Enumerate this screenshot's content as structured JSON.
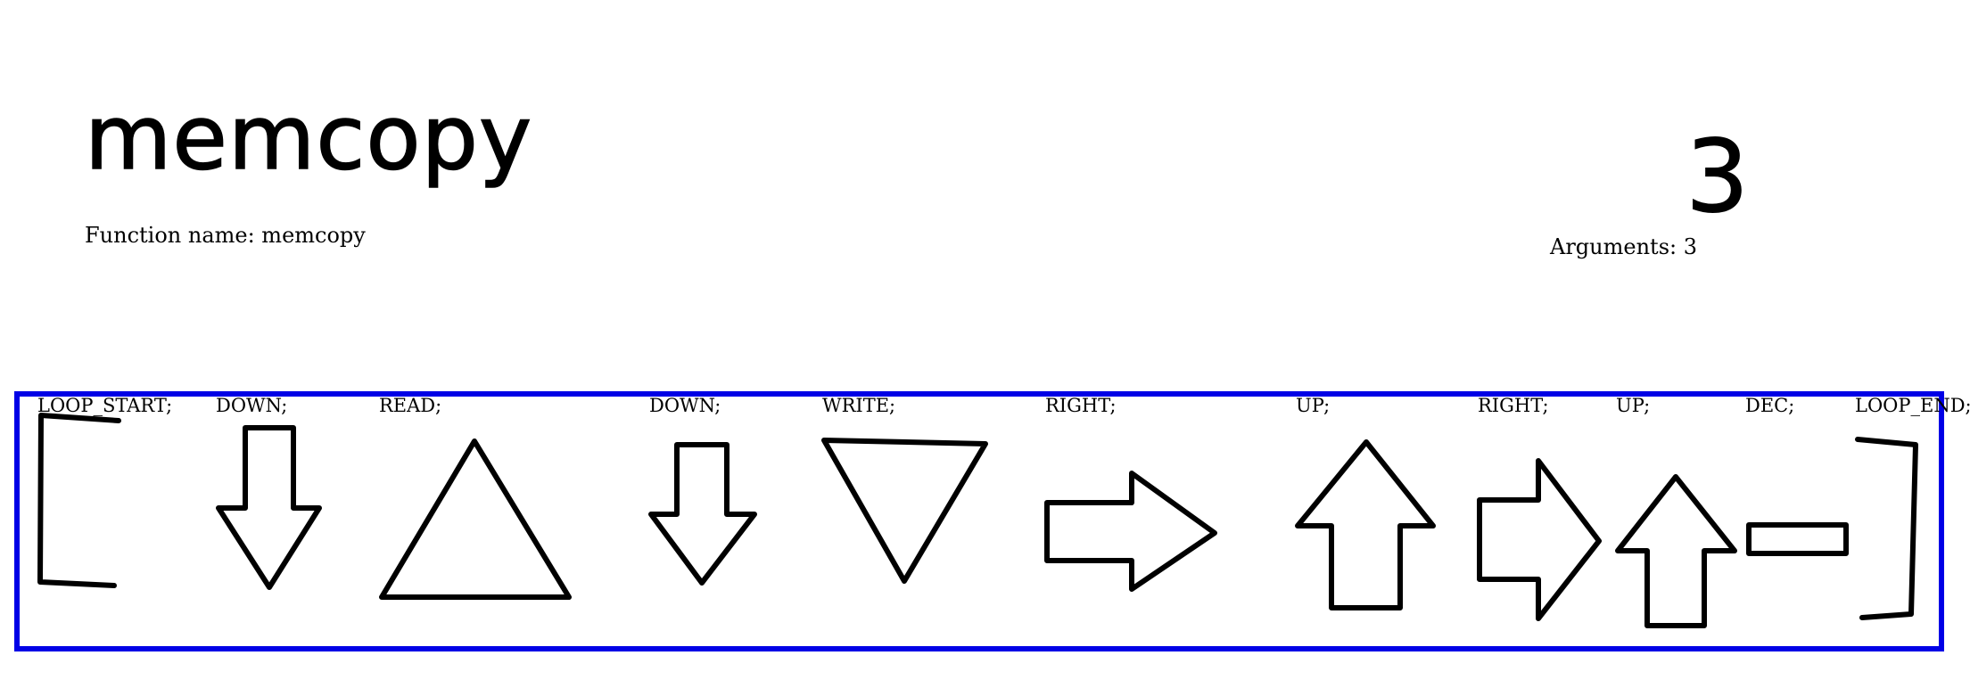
{
  "function": {
    "title": "memcopy",
    "name_label": "Function name: memcopy",
    "argument_count": "3",
    "arguments_label": "Arguments: 3"
  },
  "program": {
    "frame_color": "#0000e6",
    "commands": [
      {
        "label": "LOOP_START;",
        "icon": "open-bracket-icon"
      },
      {
        "label": "DOWN;",
        "icon": "down-arrow-icon"
      },
      {
        "label": "READ;",
        "icon": "triangle-up-icon"
      },
      {
        "label": "DOWN;",
        "icon": "down-arrow-icon"
      },
      {
        "label": "WRITE;",
        "icon": "triangle-down-icon"
      },
      {
        "label": "RIGHT;",
        "icon": "right-arrow-icon"
      },
      {
        "label": "UP;",
        "icon": "up-arrow-icon"
      },
      {
        "label": "RIGHT;",
        "icon": "right-arrow-icon"
      },
      {
        "label": "UP;",
        "icon": "up-arrow-icon"
      },
      {
        "label": "DEC;",
        "icon": "minus-bar-icon"
      },
      {
        "label": "LOOP_END;",
        "icon": "close-bracket-icon"
      }
    ]
  }
}
